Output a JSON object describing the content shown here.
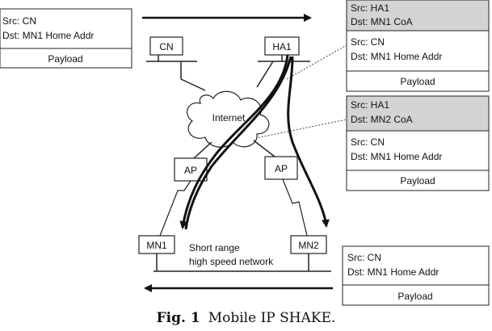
{
  "packets": {
    "cn_top": {
      "src": "Src: CN",
      "dst": "Dst: MN1 Home Addr",
      "payload": "Payload"
    },
    "ha1_to_mn1": {
      "outer_src": "Src: HA1",
      "outer_dst": "Dst: MN1 CoA",
      "inner_src": "Src: CN",
      "inner_dst": "Dst: MN1 Home Addr",
      "payload": "Payload"
    },
    "ha1_to_mn2": {
      "outer_src": "Src: HA1",
      "outer_dst": "Dst: MN2 CoA",
      "inner_src": "Src: CN",
      "inner_dst": "Dst: MN1 Home Addr",
      "payload": "Payload"
    },
    "mn_bottom": {
      "src": "Src: CN",
      "dst": "Dst: MN1 Home Addr",
      "payload": "Payload"
    }
  },
  "nodes": {
    "cn": "CN",
    "ha1": "HA1",
    "internet": "Internet",
    "ap_left": "AP",
    "ap_right": "AP",
    "mn1": "MN1",
    "mn2": "MN2"
  },
  "network_label": {
    "line1": "Short range",
    "line2": "high speed network"
  },
  "caption": {
    "label": "Fig. 1",
    "text": "Mobile IP SHAKE."
  },
  "colors": {
    "header_fill": "#d4d4d4",
    "stroke": "#222222"
  }
}
